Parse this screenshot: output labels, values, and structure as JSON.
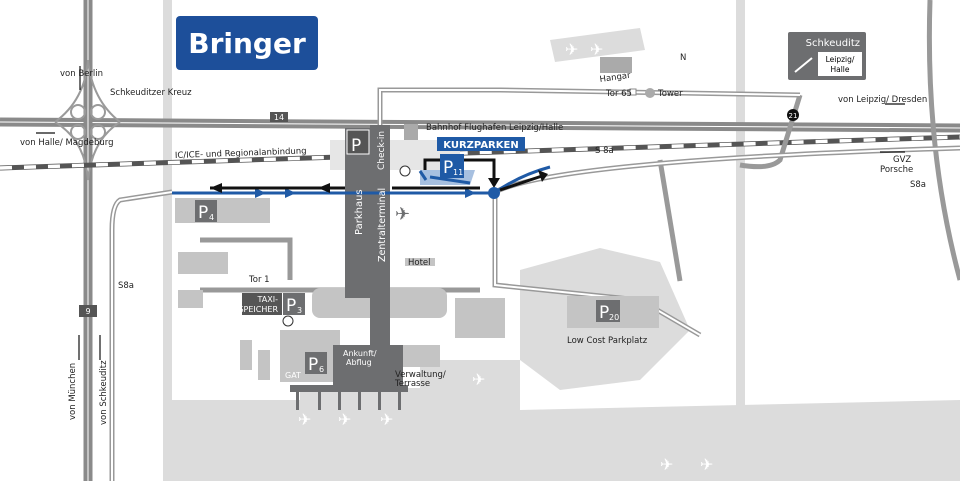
{
  "logo": {
    "text": "Bringer",
    "color": "#1d4f9a"
  },
  "colors": {
    "route_blue": "#1f5aa6",
    "road_gray": "#8a8a8a",
    "area_light": "#dcdcdc",
    "building_dark": "#6d6e70"
  },
  "highways": {
    "a14": "14",
    "a9": "9",
    "exit21": "21"
  },
  "labels": {
    "von_berlin": "von Berlin",
    "schkeuditzer_kreuz": "Schkeuditzer Kreuz",
    "von_halle": "von Halle/ Magdeburg",
    "ic_ice": "IC/ICE- und Regionalanbindung",
    "bahnhof": "Bahnhof Flughafen Leipzig/Halle",
    "kurzparken": "KURZPARKEN",
    "s8a_top": "S 8a",
    "s8a_right": "S8a",
    "s8a_left": "S8a",
    "hangar": "Hangar",
    "tor65": "Tor 65",
    "tower": "Tower",
    "von_leipzig": "von Leipzig/ Dresden",
    "gvz": "GVZ",
    "porsche": "Porsche",
    "parkhaus": "Parkhaus",
    "checkin": "Check-in",
    "zentralterminal": "Zentralterminal",
    "hotel": "Hotel",
    "tor1": "Tor 1",
    "taxi": "TAXI-",
    "speicher": "SPEICHER",
    "gat": "GAT",
    "ankunft": "Ankunft/",
    "abflug": "Abflug",
    "verwaltung": "Verwaltung/",
    "terrasse": "Terrasse",
    "low_cost": "Low Cost Parkplatz",
    "von_muenchen": "von München",
    "von_schkeuditz": "von Schkeuditz",
    "north": "N"
  },
  "parking": {
    "p": "P",
    "p4": "4",
    "p3": "3",
    "p6": "6",
    "p11": "11",
    "p20": "20"
  },
  "sign": {
    "title": "Schkeuditz",
    "dest_line1": "Leipzig/",
    "dest_line2": "Halle"
  }
}
